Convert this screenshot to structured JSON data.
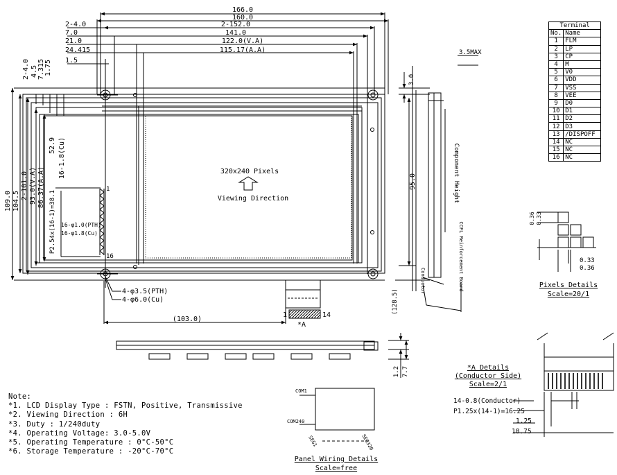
{
  "dims_top": {
    "d166": "166.0",
    "d160": "160.0",
    "d2_4": "2-4.0",
    "d2_152": "2-152.0",
    "d7": "7.0",
    "d141": "141.0",
    "d21": "21.0",
    "d122": "122.0(V.A)",
    "d24415": "24.415",
    "d11517": "115.17(A.A)",
    "d15": "1.5"
  },
  "dims_left": {
    "d2_4v": "2-4.0",
    "d45": "4.5",
    "d7315": "7.315",
    "d175": "1.75",
    "d109": "109.0",
    "d1045": "104.5",
    "d2_101": "2-101.0",
    "d93": "93.0(V.A)",
    "d8637": "86.37(A.A)",
    "d529": "52.9",
    "d16_18": "16-1.8(Cu)",
    "d254": "P2.54x(16-1)=38.1",
    "d16_1": "16-φ1.0(PTH)",
    "d16_18b": "16-φ1.8(Cu)"
  },
  "display_center": {
    "pixels": "320x240 Pixels",
    "viewing": "Viewing Direction"
  },
  "pins": {
    "p1": "1",
    "p16": "16"
  },
  "mounting": {
    "pth": "4-φ3.5(PTH)",
    "cu": "4-φ6.0(Cu)",
    "d103": "(103.0)"
  },
  "connector": {
    "pin1": "1",
    "pin14": "14",
    "label": "*A"
  },
  "side_view": {
    "max": "3.5MAX",
    "d3": "3.0",
    "d95": "95.0",
    "component": "Component Height",
    "ccfl": "CCFL Reinforcement Board",
    "conductor": "Conductor",
    "d1285": "(128.5)",
    "d12": "1.2",
    "d77": "7.7"
  },
  "terminal_table": {
    "title": "Terminal",
    "col_no": "No.",
    "col_name": "Name",
    "rows": [
      {
        "no": "1",
        "name": "FLM"
      },
      {
        "no": "2",
        "name": "LP"
      },
      {
        "no": "3",
        "name": "CP"
      },
      {
        "no": "4",
        "name": "M"
      },
      {
        "no": "5",
        "name": "V0"
      },
      {
        "no": "6",
        "name": "VDD"
      },
      {
        "no": "7",
        "name": "VSS"
      },
      {
        "no": "8",
        "name": "VEE"
      },
      {
        "no": "9",
        "name": "D0"
      },
      {
        "no": "10",
        "name": "D1"
      },
      {
        "no": "11",
        "name": "D2"
      },
      {
        "no": "12",
        "name": "D3"
      },
      {
        "no": "13",
        "name": "/DISPOFF"
      },
      {
        "no": "14",
        "name": "NC"
      },
      {
        "no": "15",
        "name": "NC"
      },
      {
        "no": "16",
        "name": "NC"
      }
    ]
  },
  "pixel_details": {
    "d036": "0.36",
    "d033": "0.33",
    "d033b": "0.33",
    "d036b": "0.36",
    "title": "Pixels Details",
    "scale": "Scale=20/1"
  },
  "a_details": {
    "title": "*A Details",
    "sub": "(Conductor Side)",
    "scale": "Scale=2/1",
    "cond": "14-0.8(Conductor)",
    "pitch": "P1.25x(14-1)=16.25",
    "d125": "1.25",
    "d1875": "18.75"
  },
  "panel_wiring": {
    "com1": "COM1",
    "com240": "COM240",
    "seg1": "SEG1",
    "seg320": "SEG320",
    "title": "Panel Wiring Details",
    "scale": "Scale=free"
  },
  "notes": {
    "header": "Note:",
    "lines": [
      "*1. LCD Display Type : FSTN, Positive, Transmissive",
      "*2. Viewing Direction : 6H",
      "*3. Duty : 1/240duty",
      "*4. Operating Voltage: 3.0-5.0V",
      "*5. Operating Temperature : 0°C-50°C",
      "*6. Storage Temperature : -20°C-70°C"
    ]
  }
}
